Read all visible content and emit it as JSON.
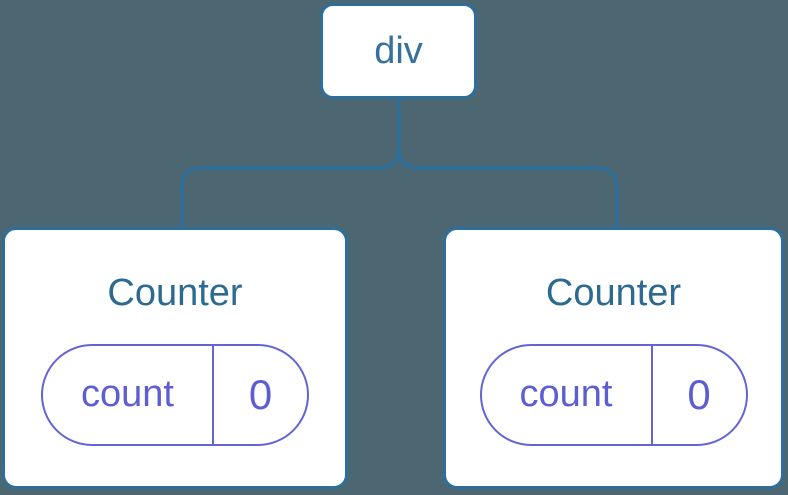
{
  "colors": {
    "background": "#4d6772",
    "line_blue": "#2e6e9b",
    "node_text_blue": "#35719c",
    "title_blue": "#2d6a92",
    "state_purple": "#5c5ed2",
    "card_background": "#ffffff"
  },
  "tree": {
    "root": {
      "label": "div"
    },
    "children": [
      {
        "title": "Counter",
        "state": {
          "key": "count",
          "value": "0"
        }
      },
      {
        "title": "Counter",
        "state": {
          "key": "count",
          "value": "0"
        }
      }
    ]
  }
}
